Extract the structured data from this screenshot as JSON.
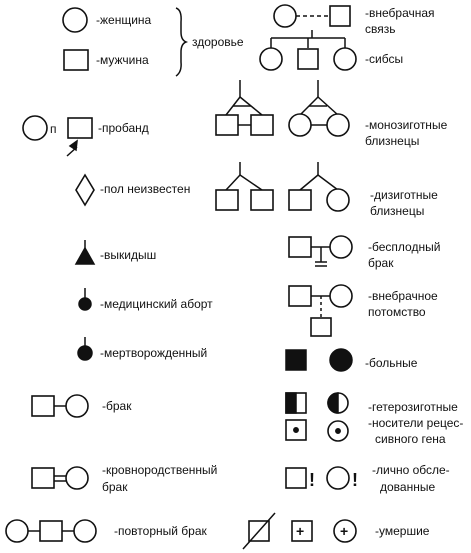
{
  "labels": {
    "female": "-женщина",
    "male": "-мужчина",
    "healthy": "здоровье",
    "extramarital_1": "-внебрачная",
    "extramarital_2": "связь",
    "siblings": "-сибсы",
    "proband": "-пробанд",
    "proband_mark": "п",
    "mono_1": "-монозиготные",
    "mono_2": "близнецы",
    "unknown_sex": "-пол неизвестен",
    "dizy_1": "-дизиготные",
    "dizy_2": "близнецы",
    "miscarriage": "-выкидыш",
    "infertile_1": "-бесплодный",
    "infertile_2": "брак",
    "abortion": "-медицинский аборт",
    "offspring_1": "-внебрачное",
    "offspring_2": "потомство",
    "stillborn": "-мертворожденный",
    "affected": "-больные",
    "marriage": "-брак",
    "hetero": "-гетерозиготные",
    "carrier_1": "-носители рецес-",
    "carrier_2": "сивного гена",
    "consang_1": "-кровнородственный",
    "consang_2": "брак",
    "examined_1": "-лично обсле-",
    "examined_2": "дованные",
    "examined_mark": "!",
    "remarriage": "-повторный брак",
    "deceased": "-умершие",
    "deceased_mark": "+"
  },
  "colors": {
    "ink": "#111111",
    "paper": "#ffffff"
  }
}
